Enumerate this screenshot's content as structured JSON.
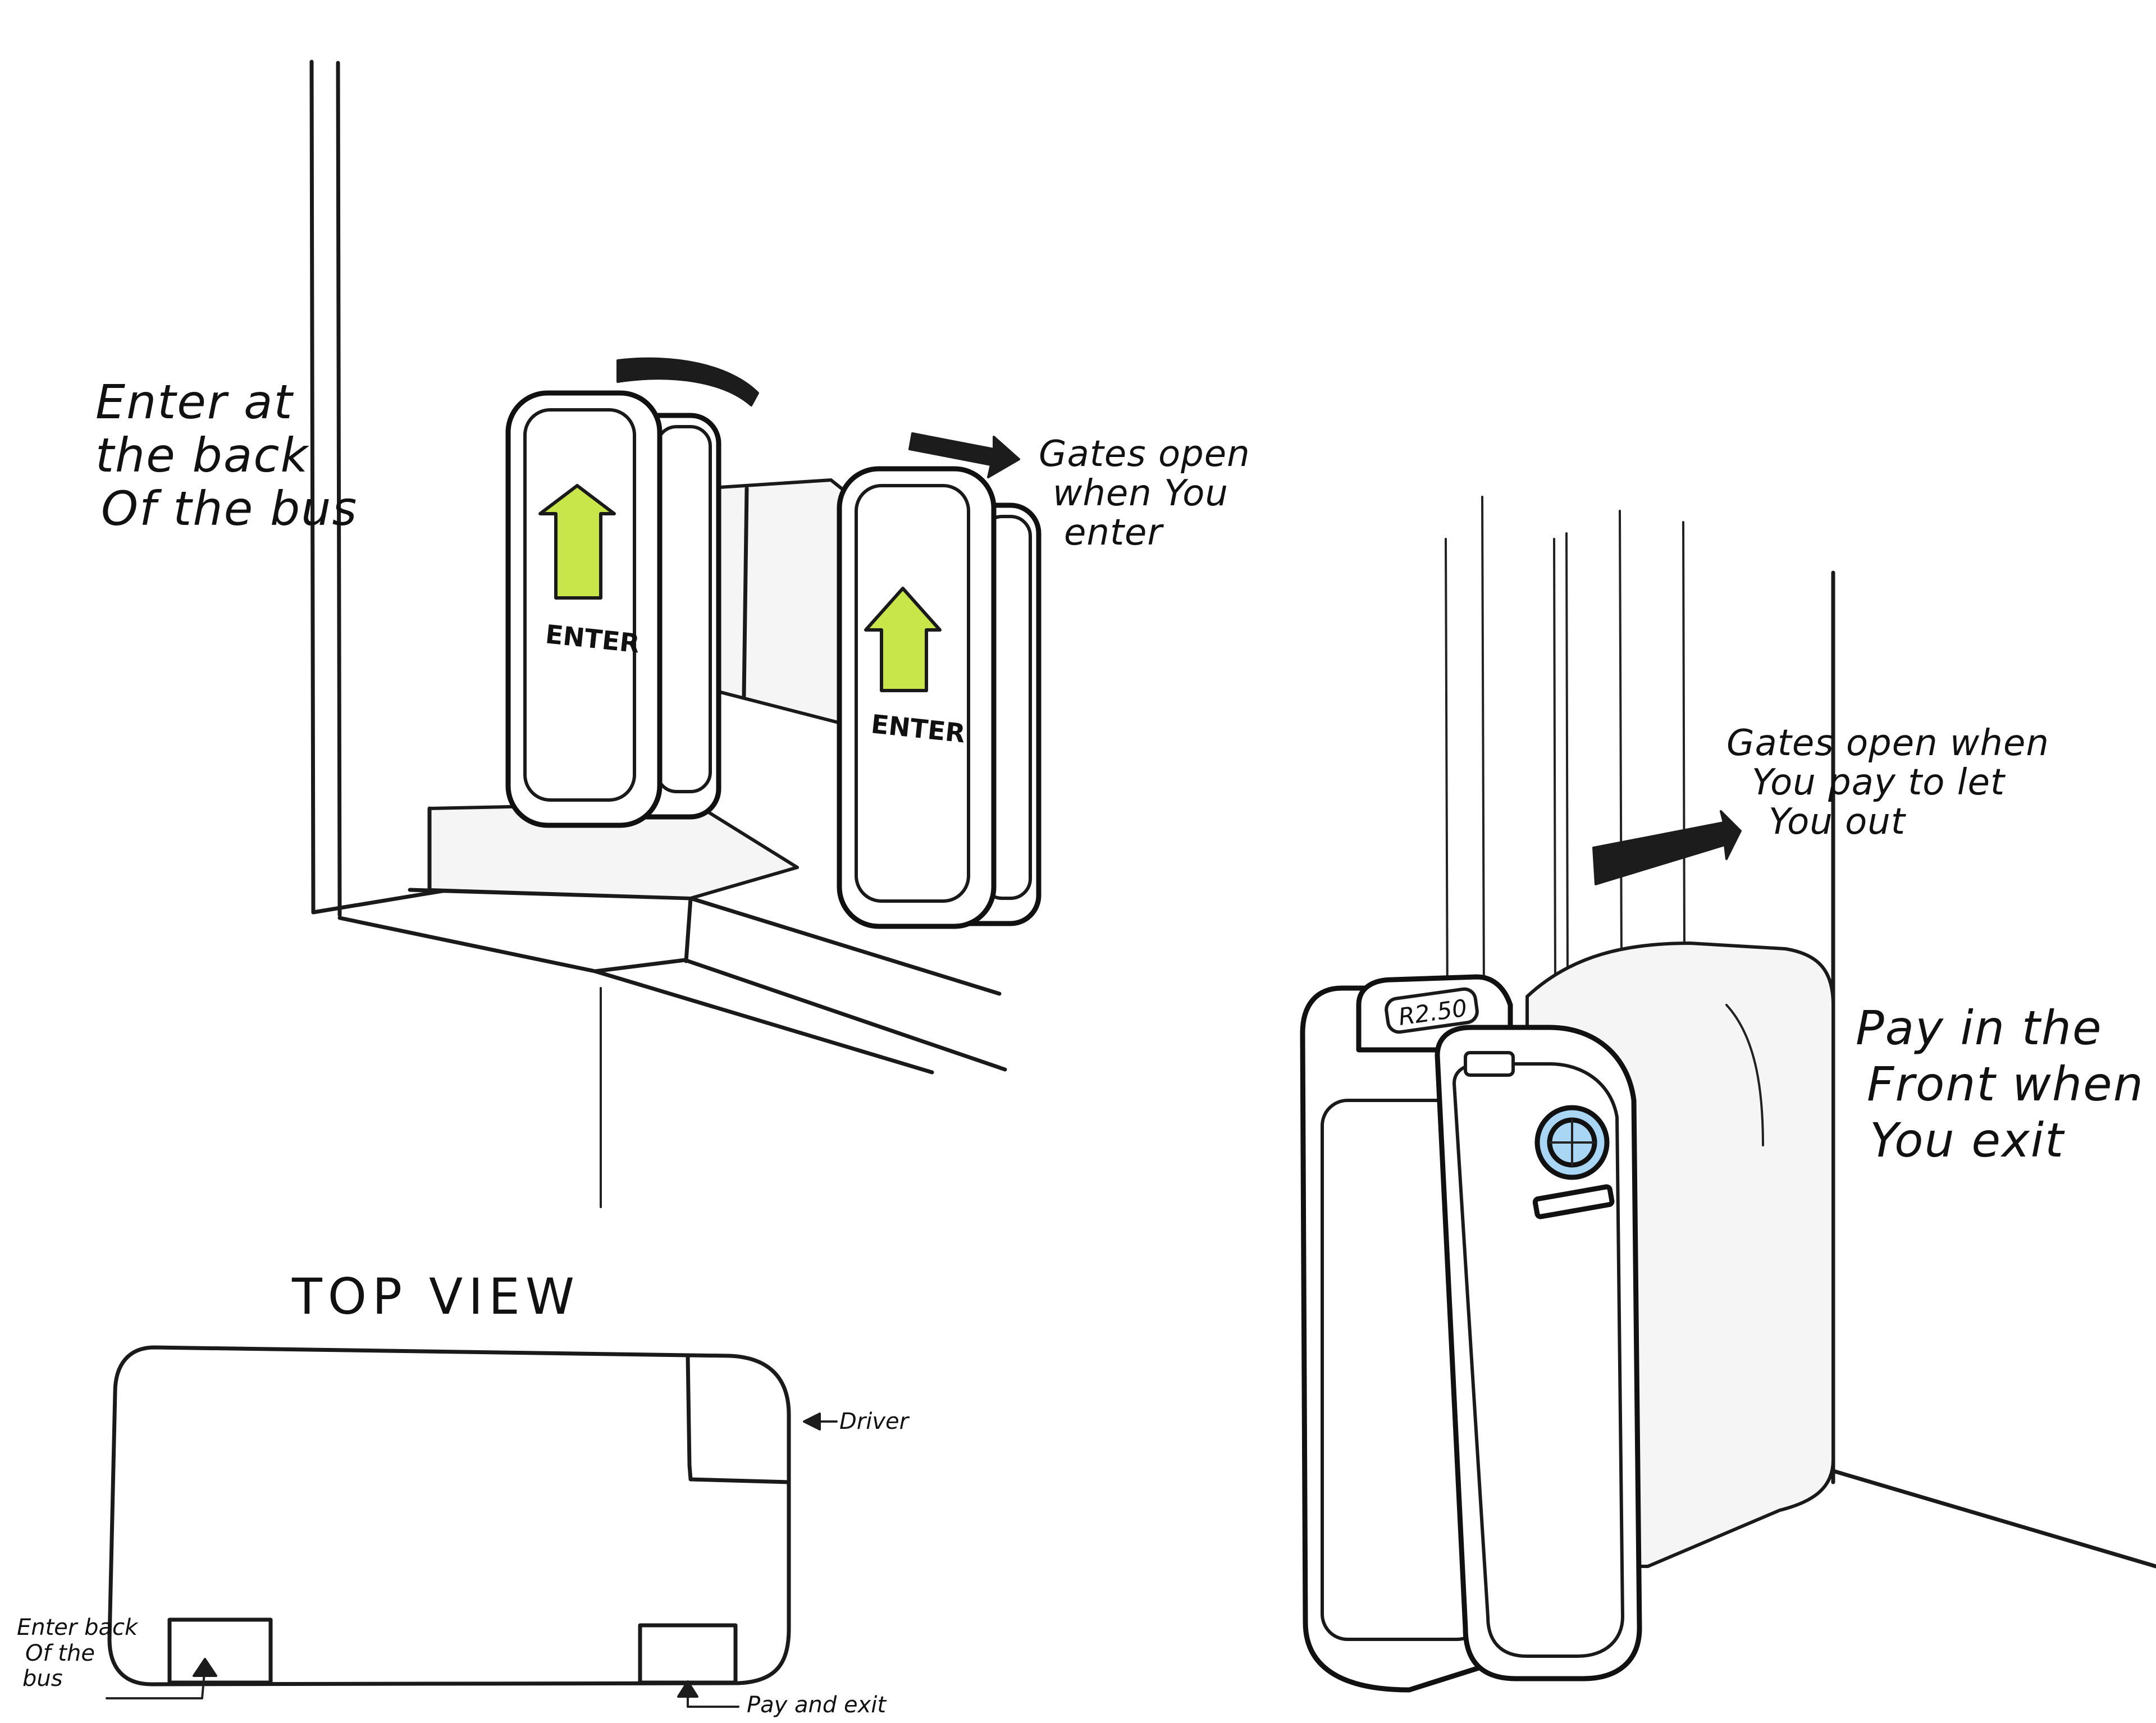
{
  "annotations": {
    "enter_back": [
      "Enter at",
      "the back",
      "Of the bus"
    ],
    "gates_open_enter": [
      "Gates open",
      "when You",
      "enter"
    ],
    "gates_open_pay": [
      "Gates open when",
      "You pay to let",
      "You out"
    ],
    "pay_front": [
      "Pay in the",
      "Front when",
      "You exit"
    ]
  },
  "entry_gate": {
    "left_panel_label": "ENTER",
    "right_panel_label": "ENTER"
  },
  "fare_machine": {
    "display_value": "R2.50"
  },
  "top_view": {
    "title": "TOP VIEW",
    "driver_label": "Driver",
    "enter_label": [
      "Enter back",
      "Of the",
      "bus"
    ],
    "exit_label": "Pay and exit"
  },
  "colors": {
    "arrow_green": "#c8e64a",
    "scanner_blue": "#a9d6f5",
    "ink": "#111111"
  }
}
